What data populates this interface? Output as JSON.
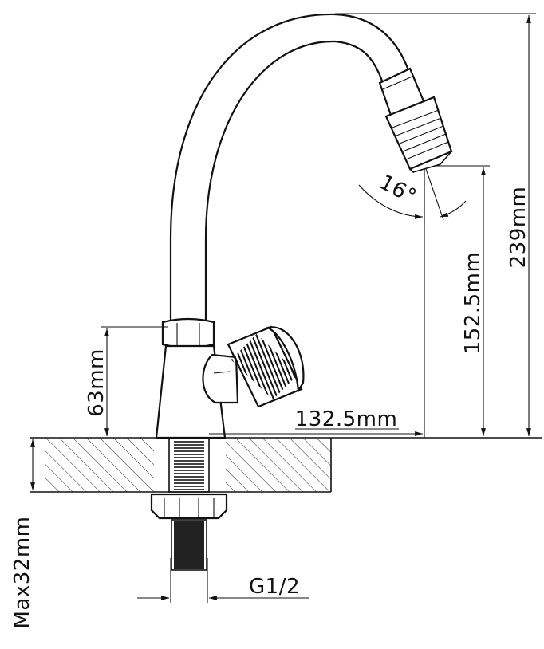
{
  "dimensions": {
    "total_height": "239mm",
    "spout_height": "152.5mm",
    "spout_reach": "132.5mm",
    "body_height": "63mm",
    "max_counter_thickness": "Max32mm",
    "thread": "G1/2",
    "aerator_angle": "16°"
  }
}
